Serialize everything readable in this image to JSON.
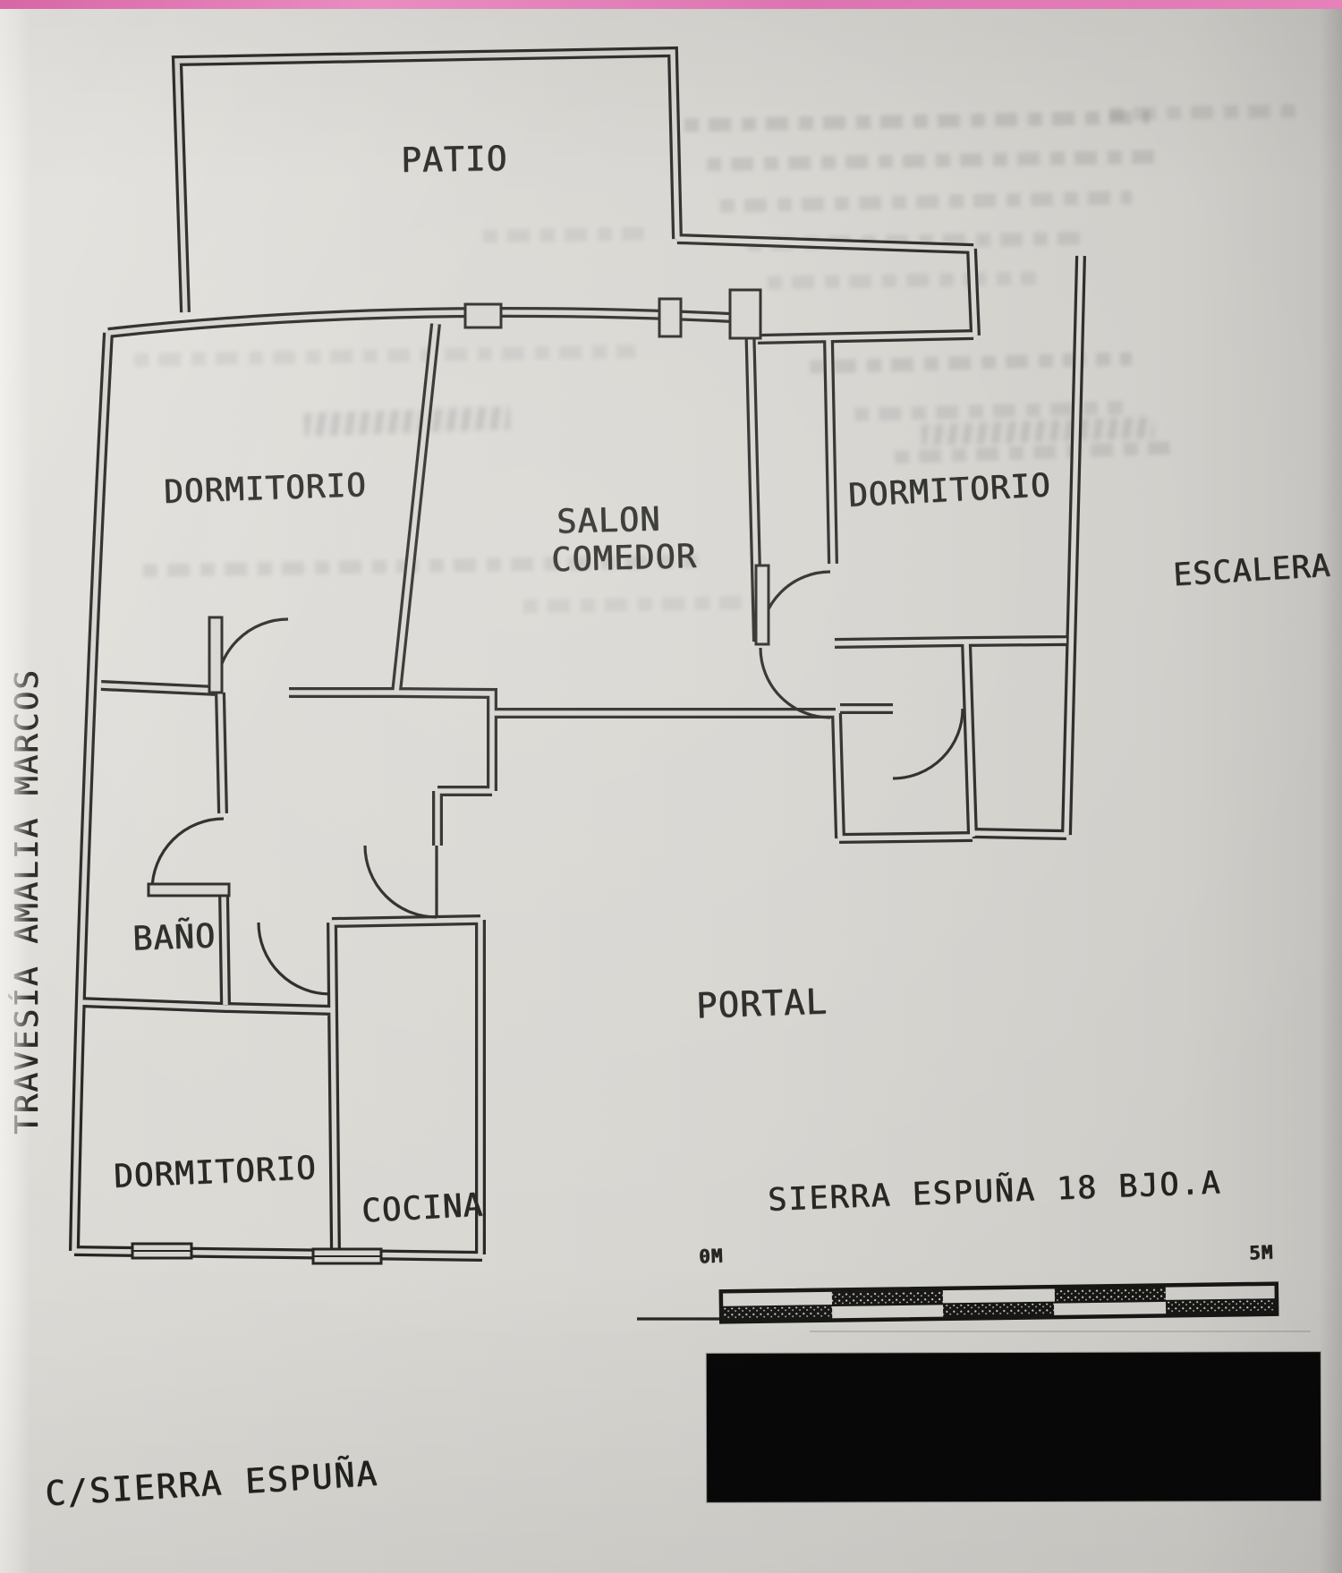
{
  "page": {
    "street_label_left": "TRAVESÍA AMALIA MARCOS",
    "street_label_bottom": "C/SIERRA ESPUÑA",
    "plan_title": "SIERRA ESPUÑA 18 BJO.A"
  },
  "rooms": {
    "patio": "PATIO",
    "dormitorio_top_left": "DORMITORIO",
    "salon_line1": "SALON",
    "salon_line2": "COMEDOR",
    "dormitorio_right": "DORMITORIO",
    "escalera": "ESCALERA",
    "bano": "BAÑO",
    "dormitorio_bottom_left": "DORMITORIO",
    "cocina": "COCINA",
    "portal": "PORTAL"
  },
  "scale_bar": {
    "left_label": "0M",
    "right_label": "5M",
    "segments": 5
  },
  "colors": {
    "paper": "#d6d4cf",
    "ink": "#232321",
    "top_strip_pink": "#e873b6",
    "redaction_black": "#080808"
  }
}
